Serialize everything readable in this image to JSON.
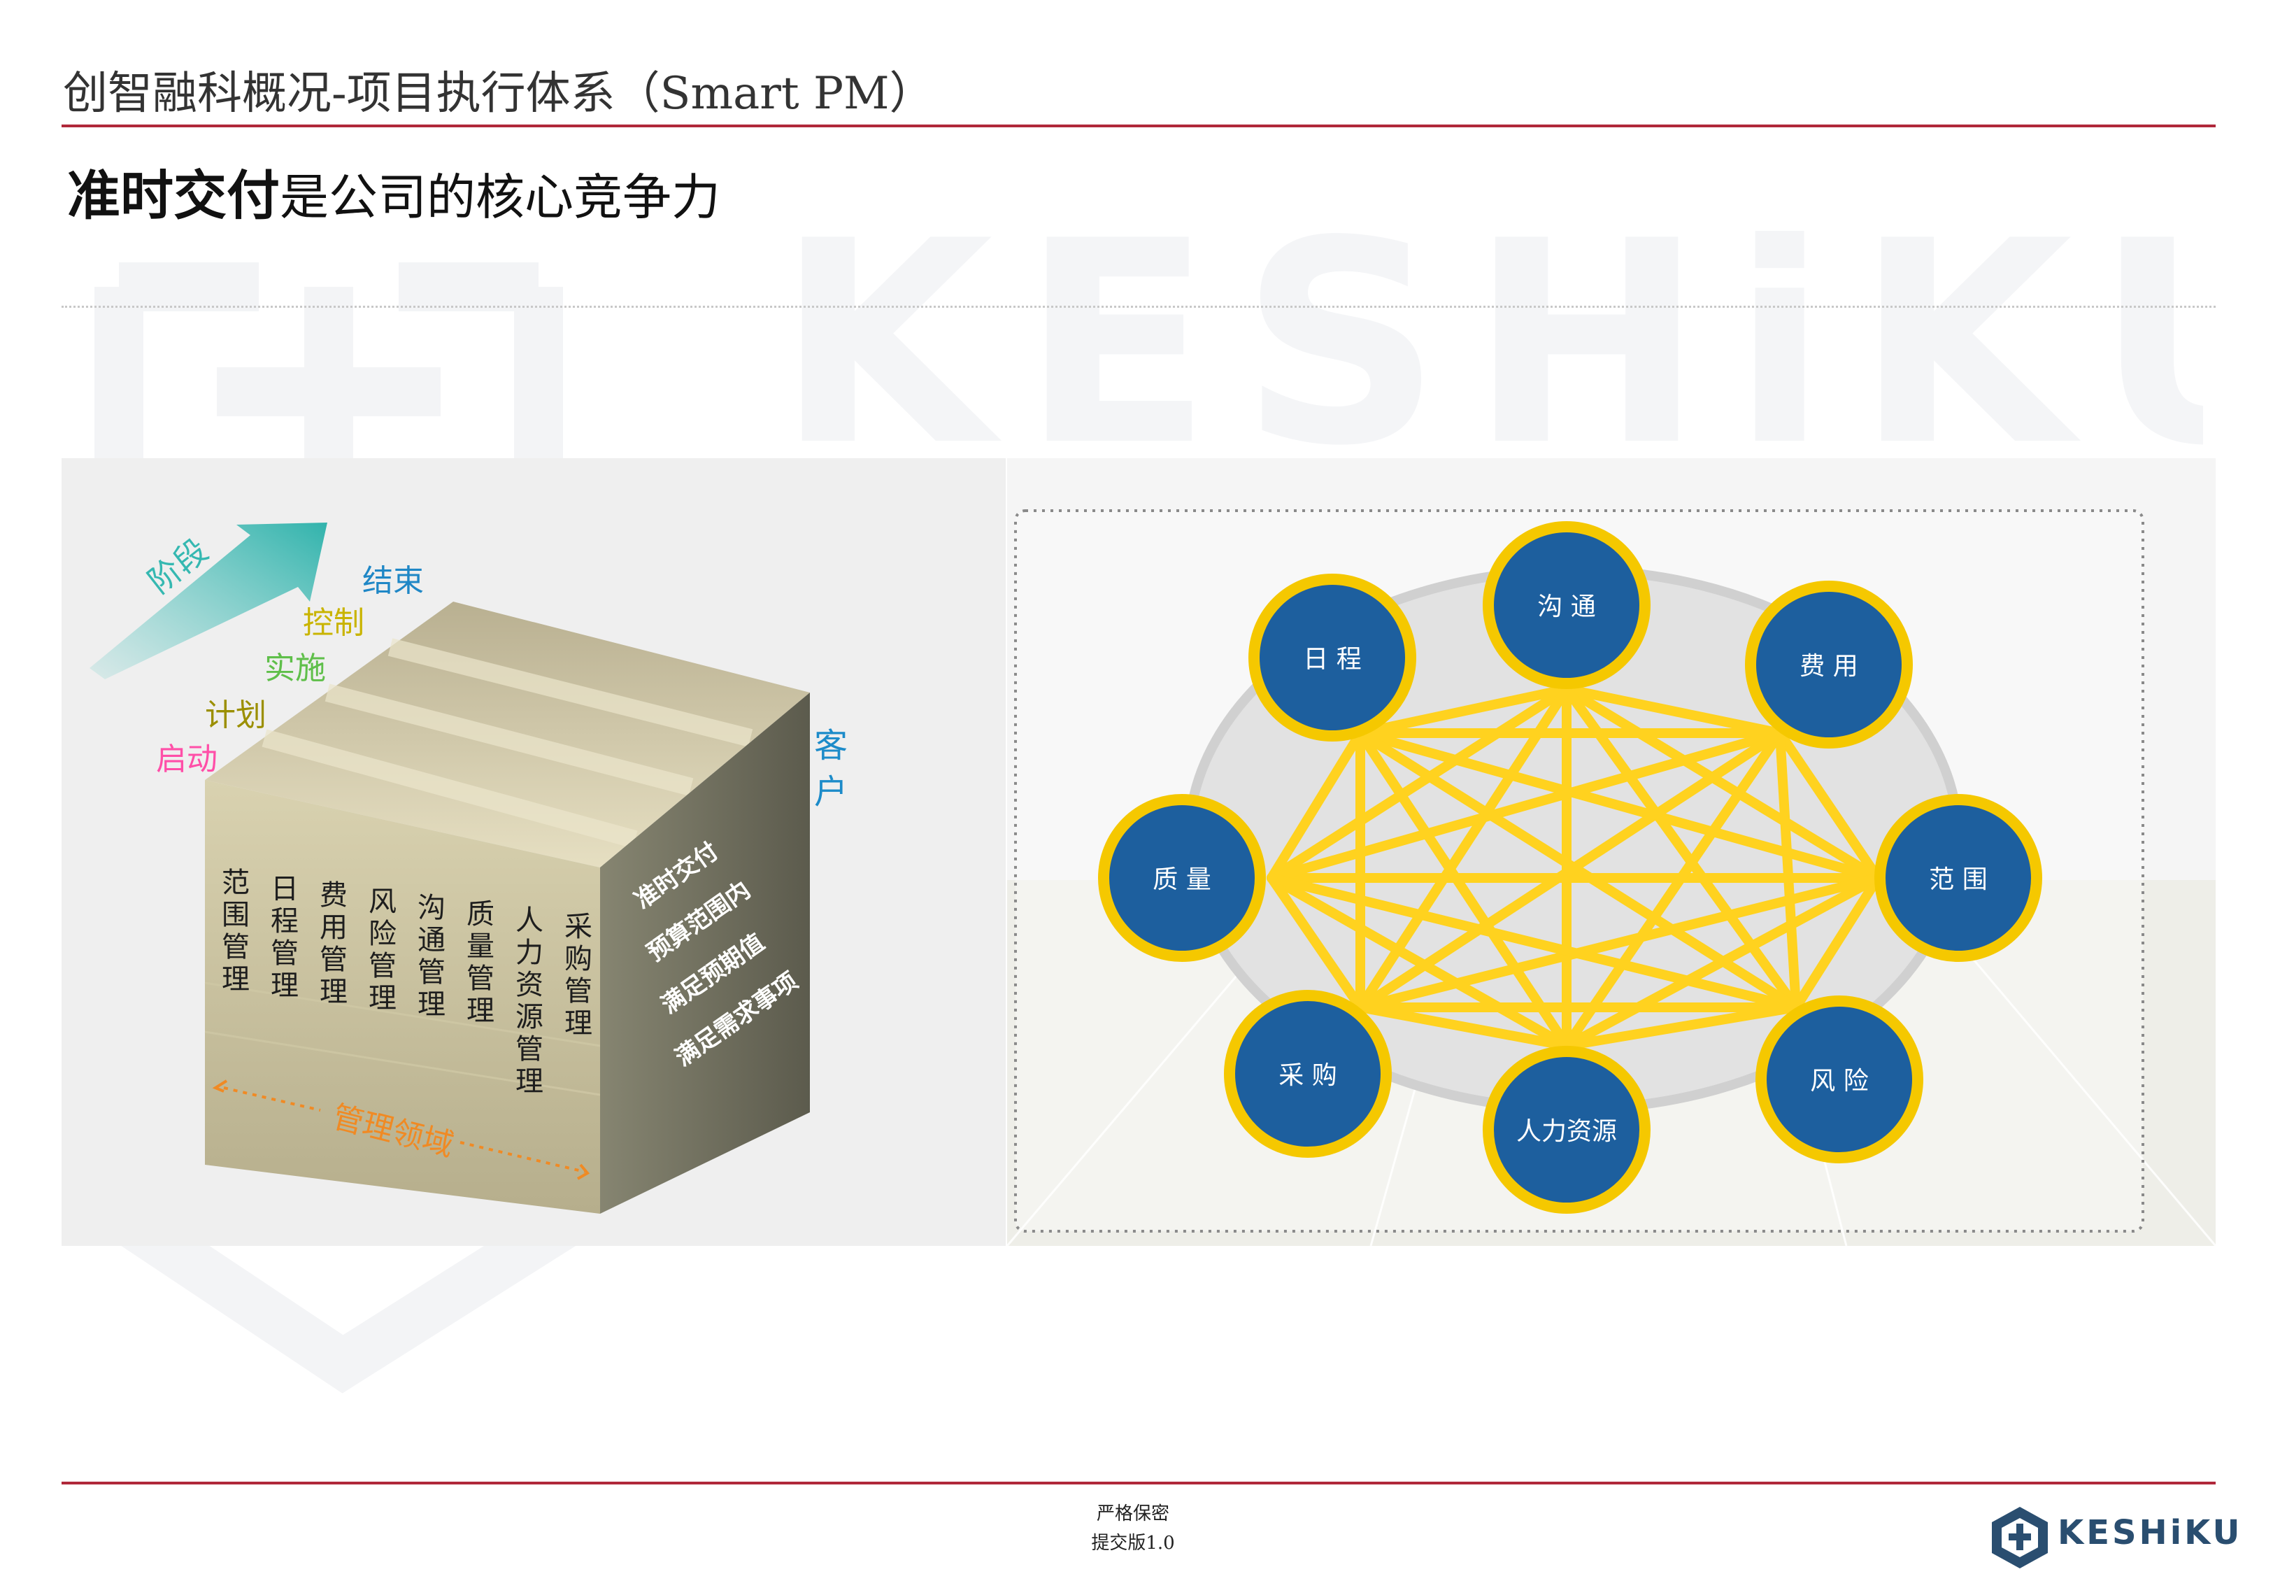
{
  "header": {
    "title": "创智融科概况-项目执行体系（Smart PM）",
    "subtitle_strong": "准时交付",
    "subtitle_rest": "是公司的核心竞争力"
  },
  "cube": {
    "phase_axis_label": "阶段",
    "phases": [
      "启动",
      "计划",
      "实施",
      "控制",
      "结束"
    ],
    "customer_label": "客户",
    "management_areas": [
      "范围管理",
      "日程管理",
      "费用管理",
      "风险管理",
      "沟通管理",
      "质量管理",
      "人力资源管理",
      "采购管理"
    ],
    "customer_goals": [
      "准时交付",
      "预算范围内",
      "满足预期值",
      "满足需求事项"
    ],
    "management_axis_label": "管理领域"
  },
  "network": {
    "nodes": [
      {
        "label": "沟 通"
      },
      {
        "label": "费 用"
      },
      {
        "label": "范 围"
      },
      {
        "label": "风 险"
      },
      {
        "label": "人力资源"
      },
      {
        "label": "采 购"
      },
      {
        "label": "质 量"
      },
      {
        "label": "日 程"
      }
    ]
  },
  "footer": {
    "confidential": "严格保密",
    "version": "提交版1.0",
    "logo_text": "KESHiKU"
  },
  "colors": {
    "accent_red": "#b0283a",
    "node_blue": "#1d5f9e",
    "node_ring": "#f5c800",
    "connector_yellow": "#ffd21f",
    "cube_front": "#c9c2a0",
    "cube_side": "#6f6e5c"
  }
}
